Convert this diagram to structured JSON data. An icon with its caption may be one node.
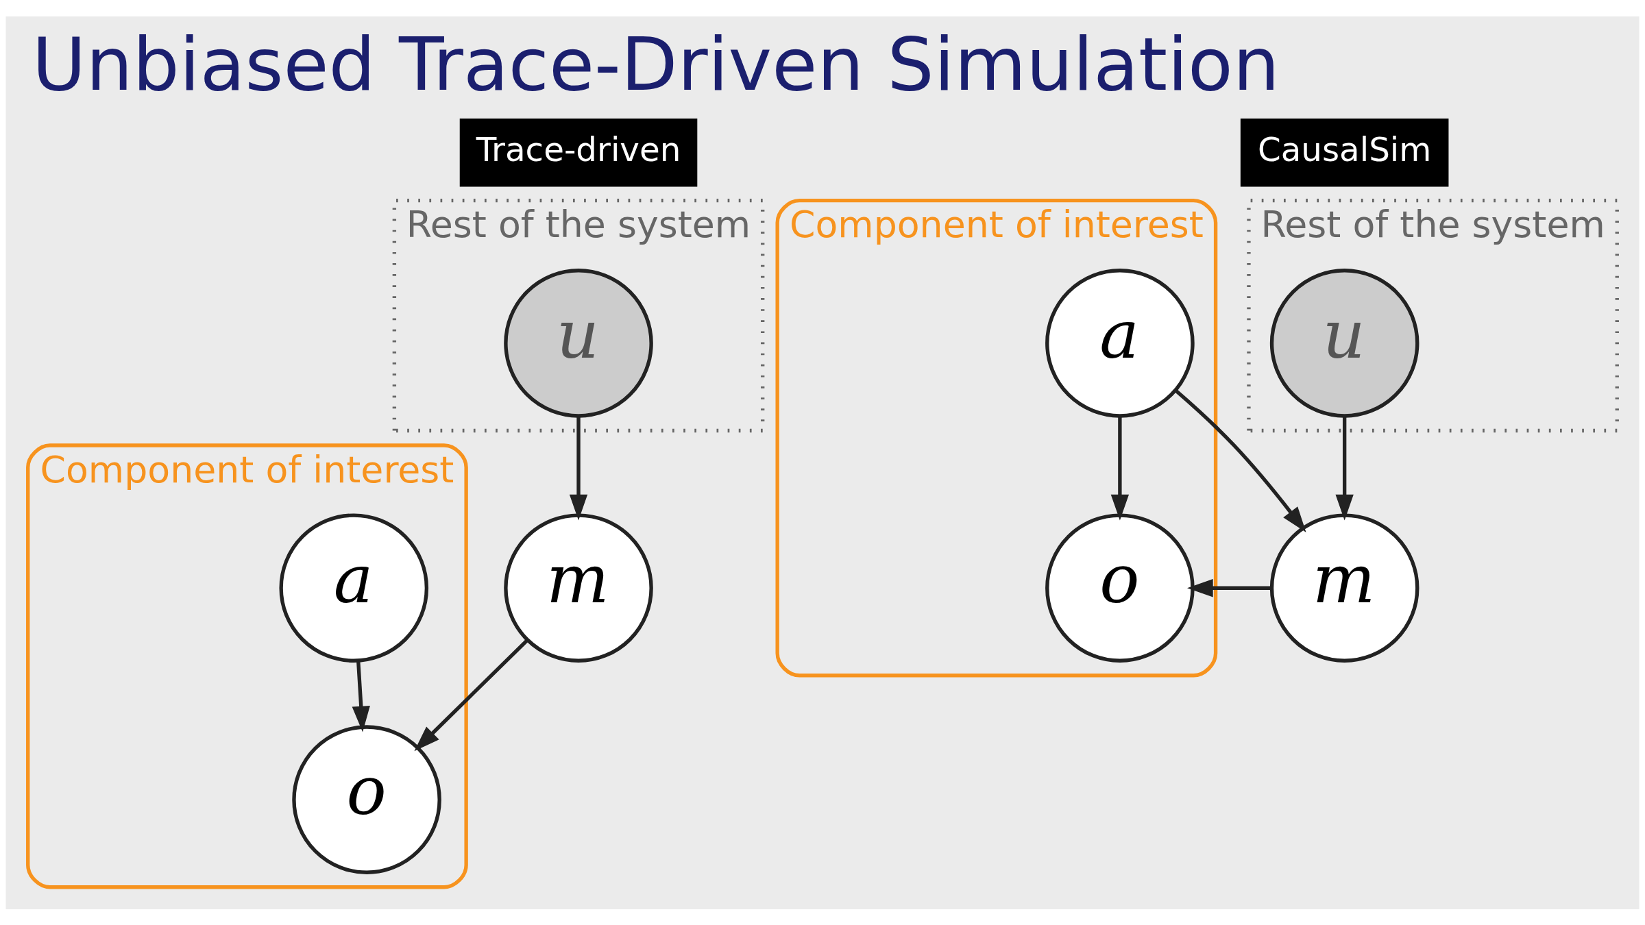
{
  "diagram": {
    "title": "Unbiased Trace-Driven Simulation",
    "nodes": [
      {
        "text": [
          "Rest of the system"
        ]
      },
      {
        "text": [
          "u"
        ],
        "in": 0
      },
      {
        "text": [
          "m"
        ]
      },
      {
        "text": [
          "Component of interest"
        ]
      },
      {
        "text": [
          "a"
        ],
        "in": 3
      },
      {
        "text": [
          "o"
        ],
        "in": 3
      },
      {
        "text": [
          "Rest of the system"
        ]
      },
      {
        "text": [
          "u"
        ],
        "in": 6
      },
      {
        "text": [
          "m"
        ]
      },
      {
        "text": [
          "Component of interest"
        ]
      },
      {
        "text": [
          "a"
        ],
        "in": 9
      },
      {
        "text": [
          "o"
        ],
        "in": 9
      }
    ],
    "edges": [
      {
        "from": 1,
        "to": 2,
        "arrow": "to"
      },
      {
        "from": 2,
        "to": 5,
        "arrow": "to"
      },
      {
        "from": 4,
        "to": 5,
        "arrow": "to"
      },
      {
        "from": 7,
        "to": 8,
        "arrow": "to"
      },
      {
        "from": 10,
        "to": 8,
        "arrow": "to"
      },
      {
        "from": 8,
        "to": 11,
        "arrow": "to"
      },
      {
        "from": 10,
        "to": 11,
        "arrow": "to"
      }
    ],
    "labels": [
      "Trace-driven",
      "CausalSim"
    ]
  }
}
